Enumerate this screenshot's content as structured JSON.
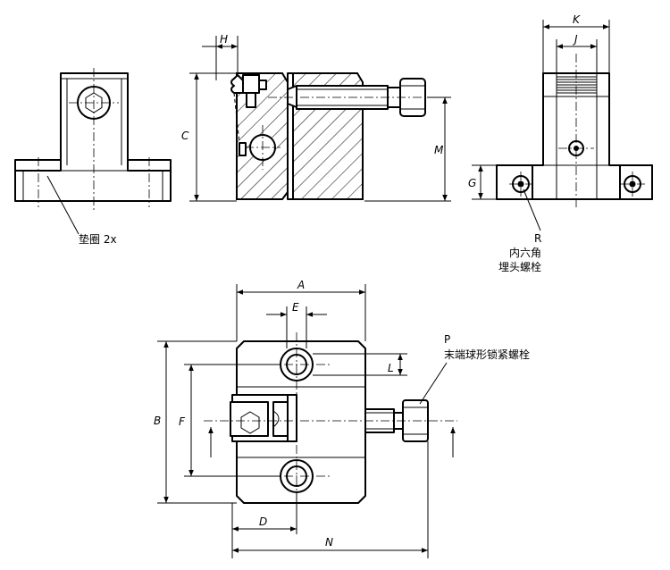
{
  "labels": {
    "washer": "垫圈 2x",
    "r_letter": "R",
    "r_line1": "内六角",
    "r_line2": "埋头螺栓",
    "p_letter": "P",
    "p_text": "末端球形锁紧螺栓"
  },
  "dimensions": {
    "H": "H",
    "C": "C",
    "M": "M",
    "K": "K",
    "J": "J",
    "G": "G",
    "A": "A",
    "E": "E",
    "L": "L",
    "B": "B",
    "F": "F",
    "D": "D",
    "N": "N"
  }
}
